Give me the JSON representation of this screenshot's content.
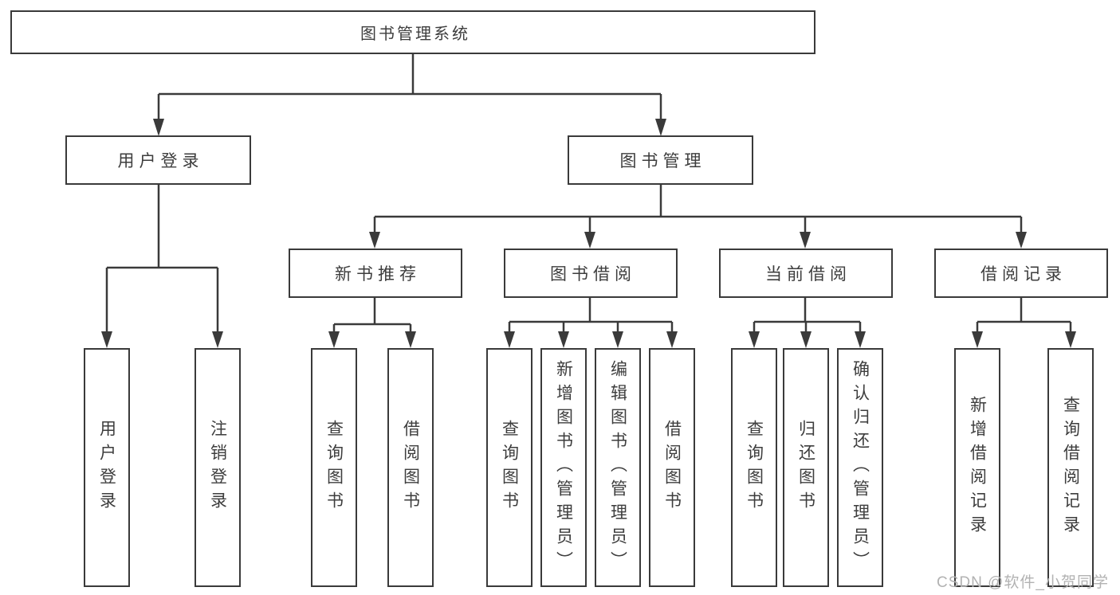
{
  "tree": {
    "root": "图书管理系统",
    "level2": [
      {
        "label": "用户登录",
        "leaves": [
          "用户登录",
          "注销登录"
        ]
      },
      {
        "label": "图书管理",
        "groups": [
          {
            "label": "新书推荐",
            "leaves": [
              "查询图书",
              "借阅图书"
            ]
          },
          {
            "label": "图书借阅",
            "leaves": [
              "查询图书",
              "新增图书（管理员）",
              "编辑图书（管理员）",
              "借阅图书"
            ]
          },
          {
            "label": "当前借阅",
            "leaves": [
              "查询图书",
              "归还图书",
              "确认归还（管理员）"
            ]
          },
          {
            "label": "借阅记录",
            "leaves": [
              "新增借阅记录",
              "查询借阅记录"
            ]
          }
        ]
      }
    ]
  },
  "watermark": "CSDN @软件_小贺同学",
  "colors": {
    "line": "#3a3a3a",
    "text": "#3d3d3d",
    "watermark": "#b2b2b2",
    "background": "#ffffff"
  }
}
